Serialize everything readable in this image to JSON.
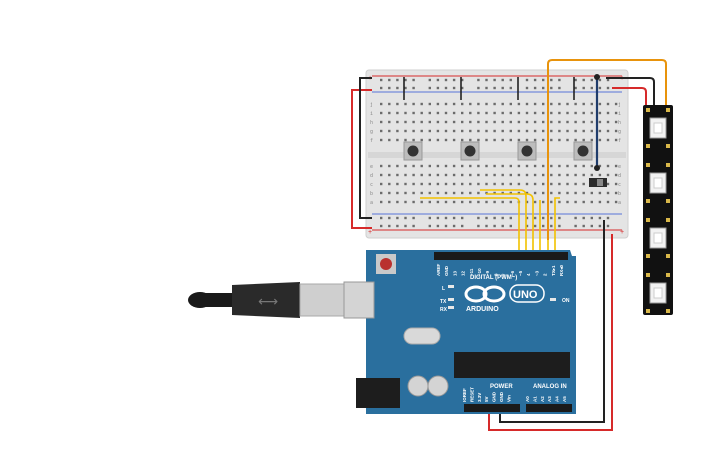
{
  "arduino": {
    "brand": "ARDUINO",
    "model": "UNO",
    "digital_label": "DIGITAL (PWM~)",
    "power_label": "POWER",
    "analog_label": "ANALOG IN",
    "on_label": "ON",
    "l_label": "L",
    "tx_label": "TX",
    "rx_label": "RX",
    "top_pin_labels": [
      "AREF",
      "GND",
      "13",
      "12",
      "~11",
      "~10",
      "~9",
      "8",
      "7",
      "~6",
      "~5",
      "4",
      "~3",
      "2",
      "TX▸1",
      "RX◂0"
    ],
    "power_pin_labels": [
      "IOREF",
      "RESET",
      "3.3V",
      "5V",
      "GND",
      "GND",
      "Vin"
    ],
    "analog_pin_labels": [
      "A0",
      "A1",
      "A2",
      "A3",
      "A4",
      "A5"
    ]
  },
  "breadboard": {
    "row_letters_top": [
      "j",
      "i",
      "h",
      "g",
      "f"
    ],
    "row_letters_bottom": [
      "e",
      "d",
      "c",
      "b",
      "a"
    ],
    "plus": "+",
    "minus": "−"
  },
  "neopixel": {
    "pixel_count": 4
  },
  "colors": {
    "arduino_blue": "#2a6f9e",
    "breadboard": "#e4e4e4",
    "wire_red": "#d62a2a",
    "wire_black": "#222222",
    "wire_yellow": "#f2c200",
    "wire_orange": "#e8930c",
    "wire_blue": "#1f3c6b"
  }
}
